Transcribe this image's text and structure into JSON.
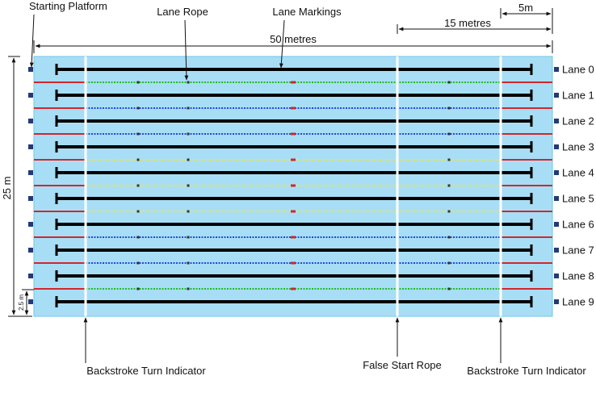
{
  "callouts": {
    "starting_platform": "Starting Platform",
    "lane_rope": "Lane Rope",
    "lane_markings": "Lane Markings",
    "false_start_rope": "False Start Rope",
    "backstroke_left": "Backstroke Turn Indicator",
    "backstroke_right": "Backstroke Turn Indicator"
  },
  "dimensions": {
    "length": "50 metres",
    "width": "25 m",
    "false_start_distance": "15 metres",
    "backstroke_distance": "5m",
    "lane_width": "2.5 m"
  },
  "lanes": [
    "Lane 0",
    "Lane 1",
    "Lane 2",
    "Lane 3",
    "Lane 4",
    "Lane 5",
    "Lane 6",
    "Lane 7",
    "Lane 8",
    "Lane 9"
  ],
  "ropes": [
    {
      "center": "green"
    },
    {
      "center": "blue"
    },
    {
      "center": "blue"
    },
    {
      "center": "yellow"
    },
    {
      "center": "yellow"
    },
    {
      "center": "yellow"
    },
    {
      "center": "blue"
    },
    {
      "center": "blue"
    },
    {
      "center": "green"
    }
  ],
  "colors": {
    "pool": "#a8def5",
    "edge": "#6ec6e8",
    "lane_marking": "#000000",
    "platform": "#233a75",
    "rope_red": "#d2262c",
    "rope_green": "#22bb22",
    "rope_blue": "#2346d6",
    "rope_yellow": "#f2e23a",
    "indicator": "#ffffff"
  }
}
